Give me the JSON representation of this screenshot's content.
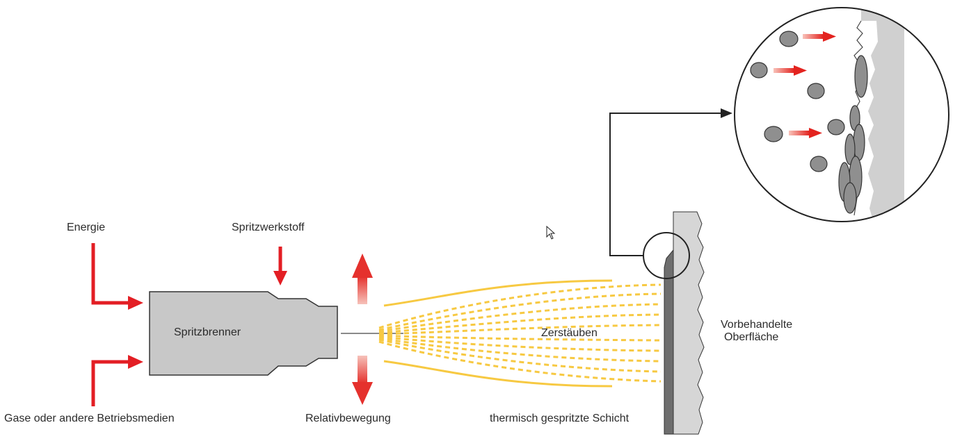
{
  "labels": {
    "energie": "Energie",
    "spritzwerkstoff": "Spritzwerkstoff",
    "spritzbrenner": "Spritzbrenner",
    "zerstaeuben": "Zerstäuben",
    "gase": "Gase oder andere Betriebsmedien",
    "relativbewegung": "Relativbewegung",
    "schicht": "thermisch gespritzte Schicht",
    "oberflaeche_line1": "Vorbehandelte",
    "oberflaeche_line2": "Oberfläche"
  },
  "colors": {
    "arrow_red": "#e31e24",
    "spray_yellow": "#f7c942",
    "burner_gray": "#c8c8c8",
    "outline": "#333333",
    "substrate_gray": "#d6d6d6",
    "layer_gray": "#6e6e6e",
    "particle_gray": "#8f8f8f"
  },
  "icons": {
    "cursor": "mouse-pointer-icon"
  }
}
